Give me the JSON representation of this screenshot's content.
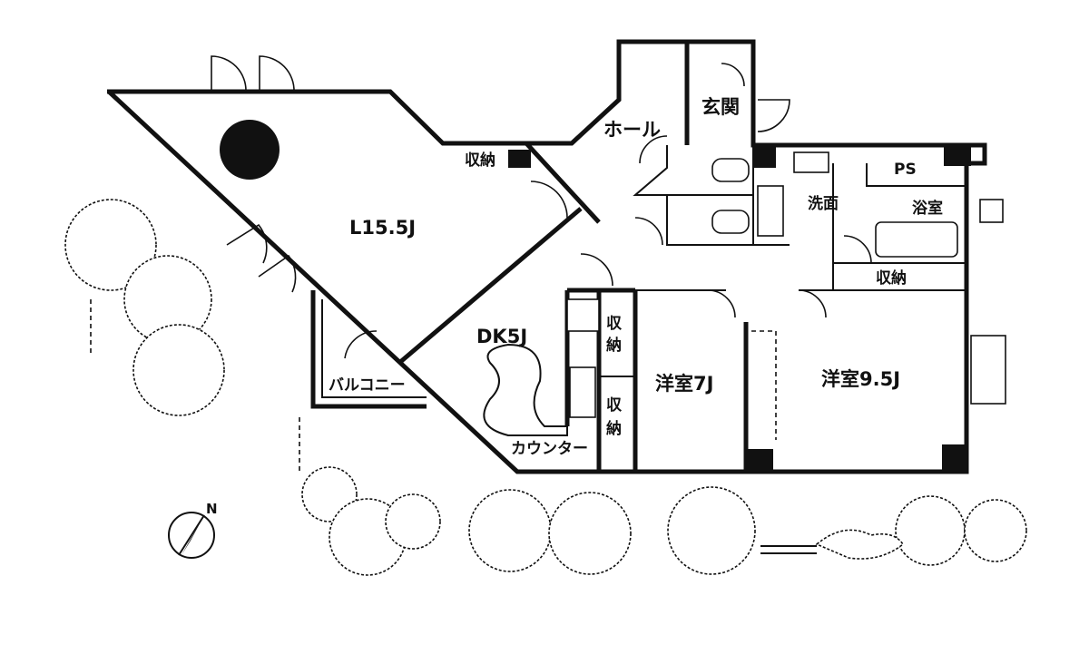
{
  "rooms": {
    "living": "L15.5J",
    "dining_kitchen": "DK5J",
    "hall": "ホール",
    "entrance": "玄関",
    "washroom": "洗面",
    "bathroom": "浴室",
    "western_room_7": "洋室7J",
    "western_room_95": "洋室9.5J",
    "balcony": "バルコニー",
    "counter": "カウンター",
    "ps": "PS"
  },
  "storage": {
    "living_storage": "収納",
    "bath_storage": "収納",
    "closet_upper_1": "収",
    "closet_upper_2": "納",
    "closet_lower_1": "収",
    "closet_lower_2": "納"
  },
  "compass": {
    "north_label": "N"
  }
}
